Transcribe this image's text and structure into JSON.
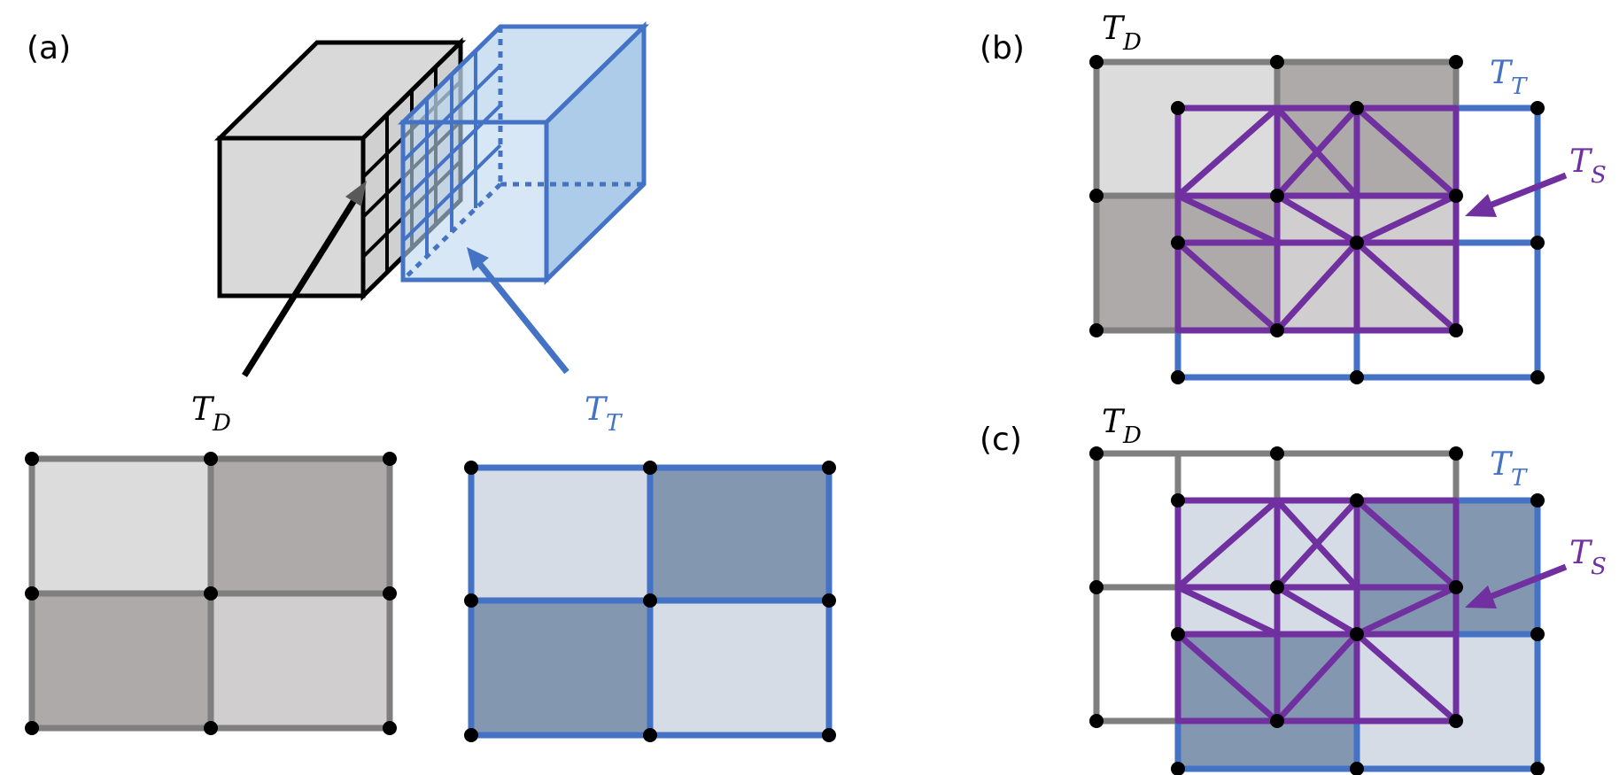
{
  "panel_labels": {
    "a": "(a)",
    "b": "(b)",
    "c": "(c)"
  },
  "symbols": {
    "td": {
      "base": "T",
      "sub": "D"
    },
    "tt": {
      "base": "T",
      "sub": "T"
    },
    "ts": {
      "base": "T",
      "sub": "S"
    }
  },
  "colors": {
    "gray_line": "#7f7f7f",
    "blue_line": "#4472c4",
    "purple_line": "#7030a0",
    "gray_light": "#dcdcdc",
    "gray_dark": "#aeaaaa",
    "gray_mid": "#d0cece",
    "blue_light": "#d6dce5",
    "blue_dark": "#8497b0",
    "cube_gray": "#d9d9d9",
    "cube_blue_front": "#bdd7ee",
    "cube_blue_side": "#9dc3e6"
  }
}
